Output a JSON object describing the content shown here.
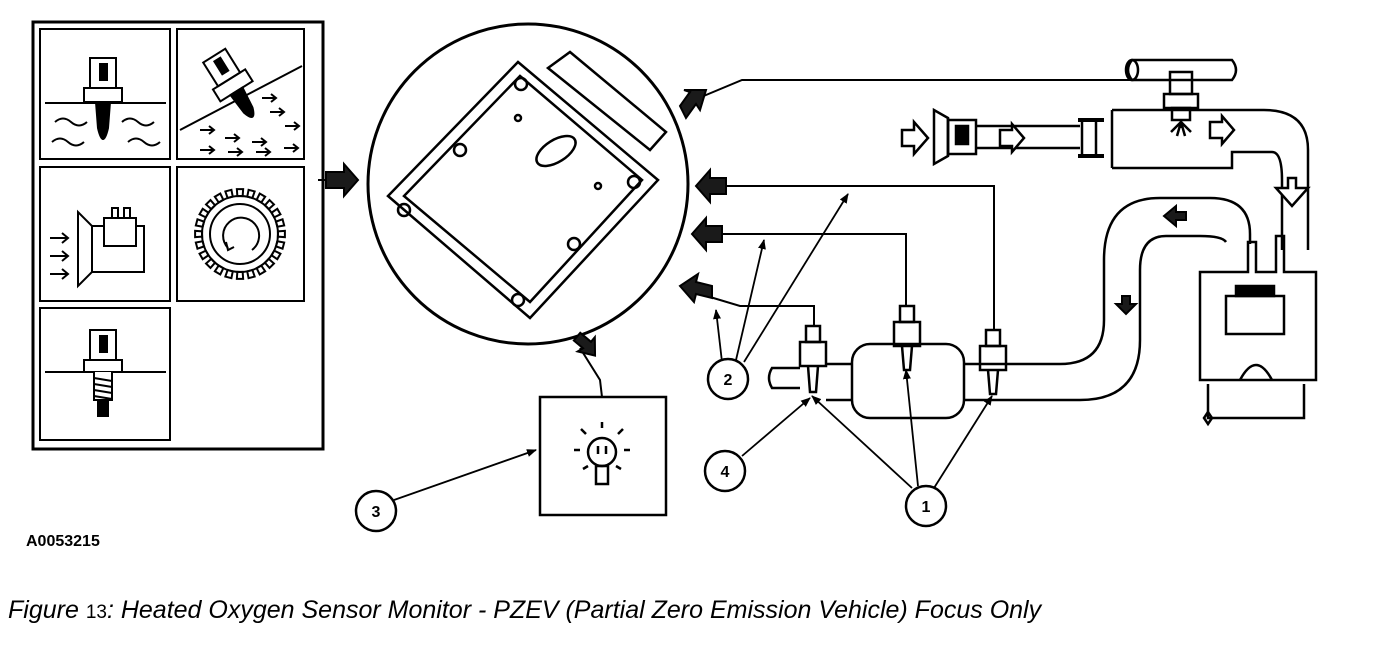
{
  "figure": {
    "ref_id": "A0053215",
    "caption_prefix": "Figure ",
    "caption_number": "13",
    "caption_text": ": Heated Oxygen Sensor Monitor - PZEV (Partial Zero Emission Vehicle) Focus Only"
  },
  "callouts": [
    {
      "label": "1"
    },
    {
      "label": "2"
    },
    {
      "label": "3"
    },
    {
      "label": "4"
    }
  ],
  "colors": {
    "ink": "#000000",
    "paper": "#ffffff",
    "arrow_fill": "#1a1a1a"
  }
}
